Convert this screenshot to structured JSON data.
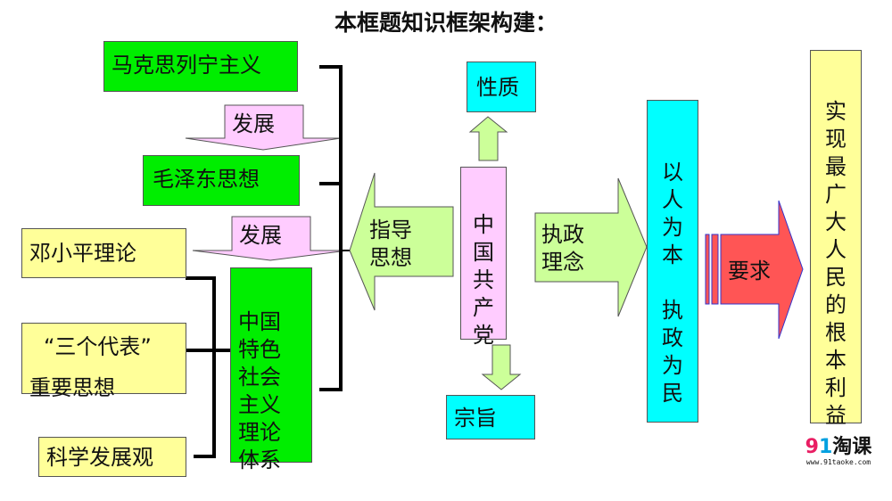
{
  "title": "本框题知识框架构建：",
  "left_chain": {
    "marxism": "马克思列宁主义",
    "develop_1": "发展",
    "mao": "毛泽东思想",
    "develop_2": "发展",
    "deng": "邓小平理论",
    "three_represents_line1": "“三个代表”",
    "three_represents_line2": "重要思想",
    "scientific": "科学发展观",
    "socialism_system": "中国\n特色\n社会\n主义\n理论\n体系"
  },
  "center": {
    "guiding_arrow": "指导\n思想",
    "party": "中\n国\n共\n产\n党",
    "nature": "性质",
    "purpose": "宗旨",
    "governing_arrow": "执政\n理念"
  },
  "right": {
    "people_first": "以\n人\n为\n本\n\n执\n政\n为\n民",
    "requirement": "要求",
    "interests": "实\n现\n最\n广\n大\n人\n民\n的\n根\n本\n利\n益"
  },
  "logo": {
    "brand": "91淘课",
    "url": "www.91taoke.com"
  },
  "colors": {
    "green": "#00ee00",
    "pale_yellow": "#ffff99",
    "pink": "#ffccff",
    "cyan": "#00ffff",
    "arrow_green": "#ccff99",
    "arrow_red": "#ff5555"
  }
}
